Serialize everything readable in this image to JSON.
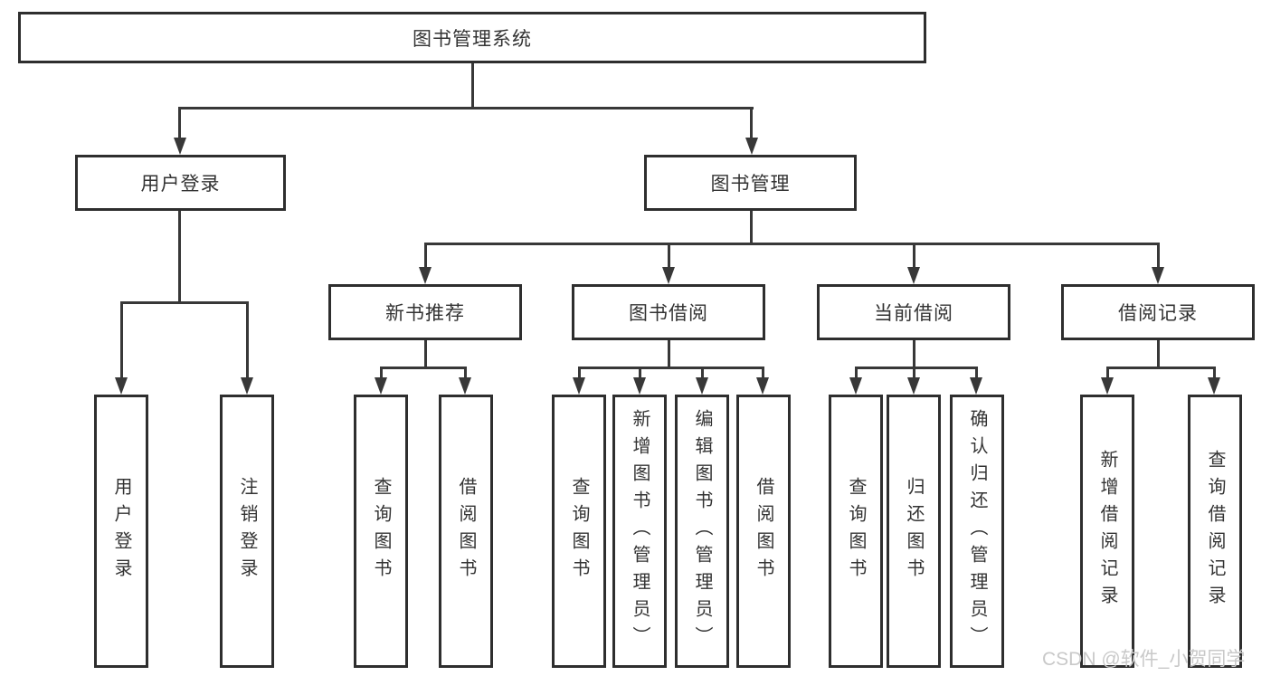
{
  "colors": {
    "line": "#383838",
    "box_border": "#2e2e2e",
    "text": "#333333",
    "watermark": "#c9c9c9",
    "background": "#ffffff"
  },
  "diagram": {
    "root": {
      "label": "图书管理系统"
    },
    "level2": [
      {
        "label": "用户登录"
      },
      {
        "label": "图书管理"
      }
    ],
    "level3": [
      {
        "label": "新书推荐"
      },
      {
        "label": "图书借阅"
      },
      {
        "label": "当前借阅"
      },
      {
        "label": "借阅记录"
      }
    ],
    "leaves": {
      "user_login": [
        "用户登录",
        "注销登录"
      ],
      "new_book_recommend": [
        "查询图书",
        "借阅图书"
      ],
      "book_borrow": [
        "查询图书",
        "新增图书（管理员）",
        "编辑图书（管理员）",
        "借阅图书"
      ],
      "current_borrow": [
        "查询图书",
        "归还图书",
        "确认归还（管理员）"
      ],
      "borrow_records": [
        "新增借阅记录",
        "查询借阅记录"
      ]
    }
  },
  "watermark": {
    "text": "CSDN @软件_小贺同学"
  }
}
